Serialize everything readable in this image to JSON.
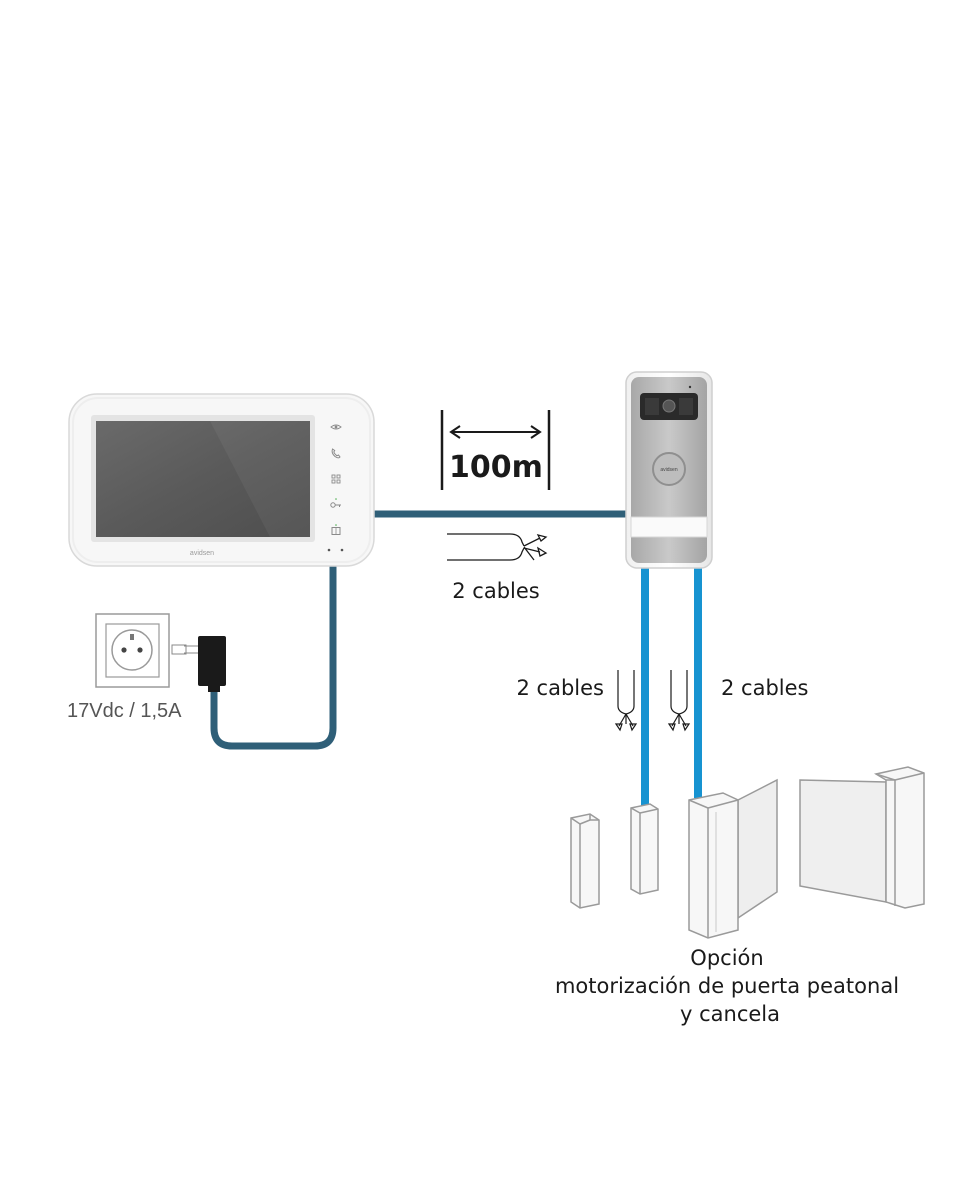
{
  "labels": {
    "distance": "100m",
    "cable_monitor_to_panel": "2 cables",
    "cable_pedestrian_gate": "2 cables",
    "cable_vehicle_gate": "2 cables",
    "power_rating": "17Vdc / 1,5A",
    "option_title": "Opción",
    "option_line2": "motorización de puerta peatonal",
    "option_line3": "y cancela"
  },
  "devices": {
    "monitor_brand": "avidsen",
    "door_panel_brand": "avidsen"
  },
  "colors": {
    "main_cable": "#2f5f78",
    "gate_cable": "#1793d1",
    "device_outline": "#cfcfcf",
    "screen": "#5f5f5f"
  },
  "icons": {
    "monitor_buttons": [
      "eye-icon",
      "phone-icon",
      "grid-icon",
      "key-icon",
      "gate-icon"
    ],
    "wall_outlet": "power-socket-icon",
    "adapter": "power-adapter-icon"
  }
}
